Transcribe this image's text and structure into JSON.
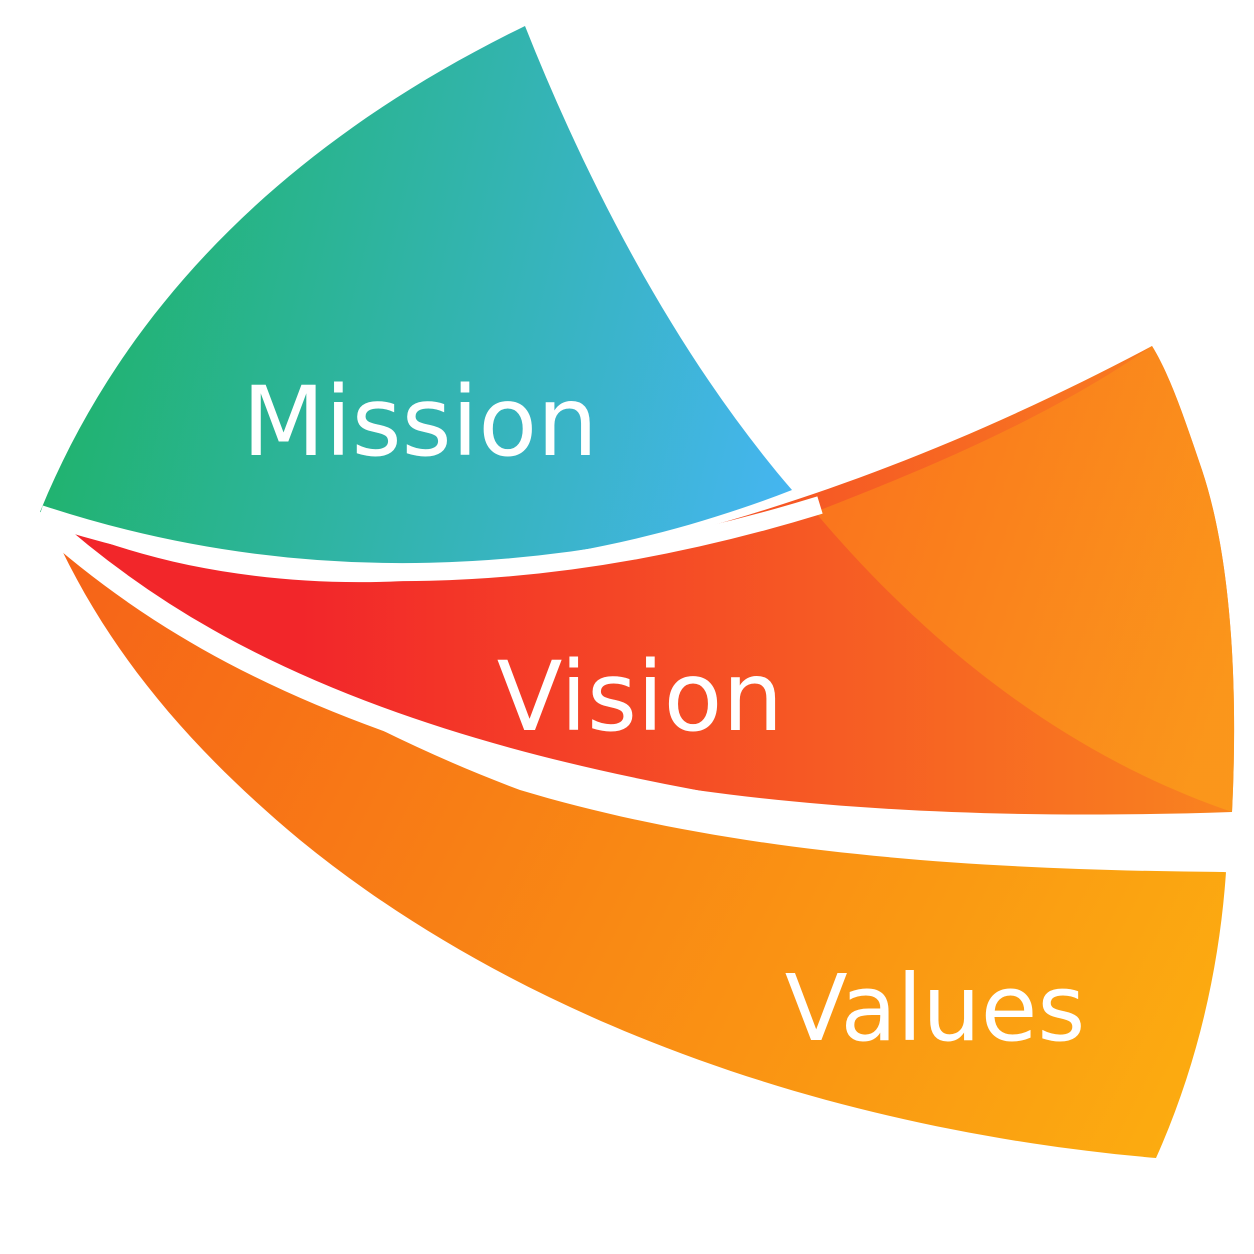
{
  "diagram": {
    "segments": [
      {
        "label": "Mission",
        "gradient": [
          "#1fb36a",
          "#45b5f0"
        ]
      },
      {
        "label": "Vision",
        "gradient": [
          "#f2262a",
          "#f9831f"
        ]
      },
      {
        "label": "Values",
        "gradient": [
          "#f66418",
          "#fcae10"
        ]
      }
    ],
    "background": "#ffffff"
  }
}
